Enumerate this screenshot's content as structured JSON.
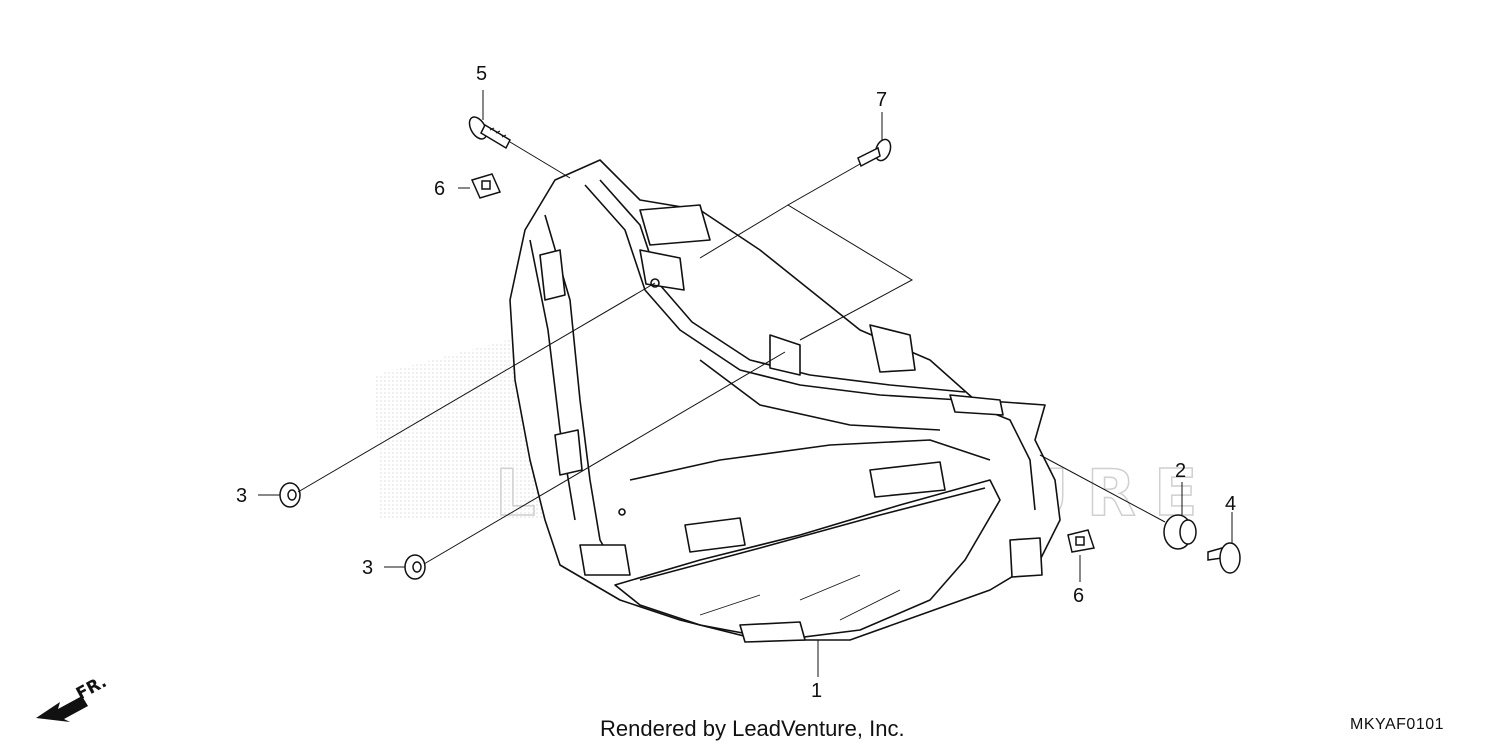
{
  "callouts": {
    "c1": "1",
    "c2": "2",
    "c3a": "3",
    "c3b": "3",
    "c4": "4",
    "c5": "5",
    "c6a": "6",
    "c6b": "6",
    "c7": "7"
  },
  "direction_label": "FR.",
  "footer": {
    "credit": "Rendered by LeadVenture, Inc.",
    "diagram_code": "MKYAF0101"
  },
  "watermark": "LEADVENTURE"
}
